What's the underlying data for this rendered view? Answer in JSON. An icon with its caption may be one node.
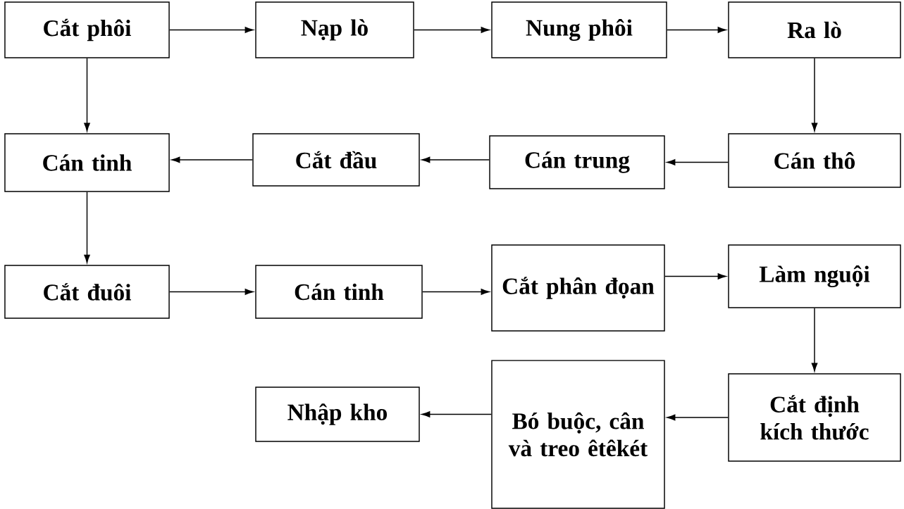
{
  "diagram": {
    "nodes": [
      {
        "text": [
          "Cắt phôi"
        ]
      },
      {
        "text": [
          "Nạp lò"
        ]
      },
      {
        "text": [
          "Nung phôi"
        ]
      },
      {
        "text": [
          "Ra lò"
        ]
      },
      {
        "text": [
          "Cán thô"
        ]
      },
      {
        "text": [
          "Cán trung"
        ]
      },
      {
        "text": [
          "Cắt đầu"
        ]
      },
      {
        "text": [
          "Cán tinh"
        ]
      },
      {
        "text": [
          "Cắt đuôi"
        ]
      },
      {
        "text": [
          "Cán tinh"
        ]
      },
      {
        "text": [
          "Cắt phân đọan"
        ]
      },
      {
        "text": [
          "Làm nguội"
        ]
      },
      {
        "text": [
          "Cắt định kích thước"
        ]
      },
      {
        "text": [
          "Bó buộc, cân và treo êtêkét"
        ]
      },
      {
        "text": [
          "Nhập kho"
        ]
      }
    ],
    "edges": [
      {
        "from": 0,
        "to": 1,
        "arrow": "to"
      },
      {
        "from": 1,
        "to": 2,
        "arrow": "to"
      },
      {
        "from": 2,
        "to": 3,
        "arrow": "to"
      },
      {
        "from": 3,
        "to": 4,
        "arrow": "to"
      },
      {
        "from": 4,
        "to": 5,
        "arrow": "to"
      },
      {
        "from": 5,
        "to": 6,
        "arrow": "to"
      },
      {
        "from": 6,
        "to": 7,
        "arrow": "to"
      },
      {
        "from": 0,
        "to": 7,
        "arrow": "to"
      },
      {
        "from": 7,
        "to": 8,
        "arrow": "to"
      },
      {
        "from": 8,
        "to": 9,
        "arrow": "to"
      },
      {
        "from": 9,
        "to": 10,
        "arrow": "to"
      },
      {
        "from": 10,
        "to": 11,
        "arrow": "to"
      },
      {
        "from": 11,
        "to": 12,
        "arrow": "to"
      },
      {
        "from": 12,
        "to": 13,
        "arrow": "to"
      },
      {
        "from": 13,
        "to": 14,
        "arrow": "to"
      }
    ]
  }
}
